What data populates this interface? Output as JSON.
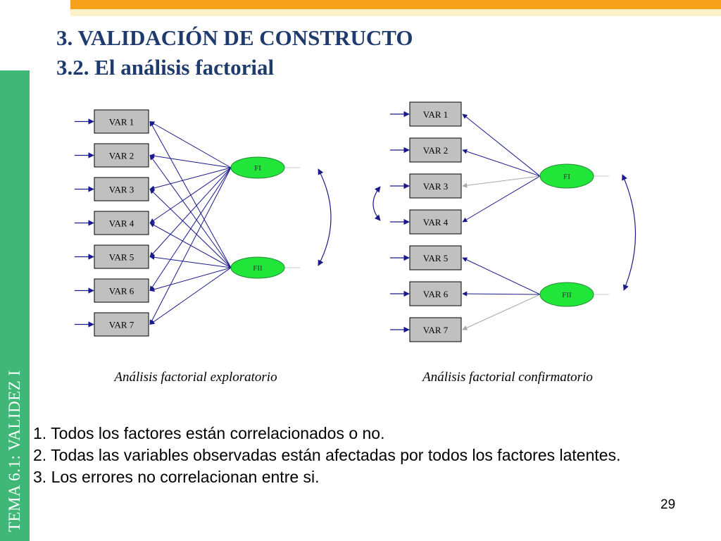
{
  "slide": {
    "title": "3. VALIDACIÓN DE CONSTRUCTO",
    "subtitle": "3.2. El análisis factorial",
    "side_label": "TEMA 6.1: VALIDEZ I",
    "page_number": "29",
    "accent_colors": {
      "orange": "#f7a21b",
      "green": "#41b777",
      "title": "#1f3b6e"
    }
  },
  "diagrams": {
    "exploratory": {
      "variables": [
        "VAR 1",
        "VAR 2",
        "VAR 3",
        "VAR 4",
        "VAR 5",
        "VAR 6",
        "VAR 7"
      ],
      "factors": [
        "FI",
        "FII"
      ],
      "caption": "Análisis factorial exploratorio"
    },
    "confirmatory": {
      "variables": [
        "VAR 1",
        "VAR 2",
        "VAR 3",
        "VAR 4",
        "VAR 5",
        "VAR 6",
        "VAR 7"
      ],
      "factors": [
        "FI",
        "FII"
      ],
      "caption": "Análisis factorial confirmatorio",
      "loadings": {
        "FI": [
          "VAR 1",
          "VAR 2",
          "VAR 3",
          "VAR 4"
        ],
        "FII": [
          "VAR 5",
          "VAR 6",
          "VAR 7"
        ]
      },
      "faded_paths": [
        "VAR 3",
        "VAR 7"
      ]
    }
  },
  "notes": [
    "1. Todos los factores están correlacionados o no.",
    "2. Todas las variables observadas están afectadas por todos los factores latentes.",
    "3. Los errores no correlacionan entre si."
  ]
}
